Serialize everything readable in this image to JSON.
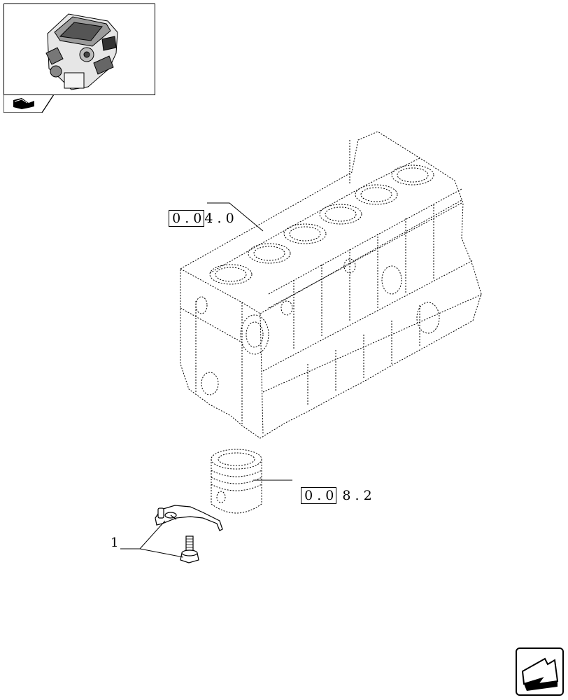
{
  "references": {
    "block_ref": {
      "boxed": "0 . 0",
      "rest": "4 . 0"
    },
    "piston_ref": {
      "boxed": "0 . 0",
      "rest": "8 . 2"
    }
  },
  "callouts": {
    "item_1": "1"
  },
  "icons": {
    "engine_thumbnail": "engine-thumbnail-icon",
    "section_tab": "book-arrow-icon",
    "next_page": "next-page-arrow-icon"
  }
}
